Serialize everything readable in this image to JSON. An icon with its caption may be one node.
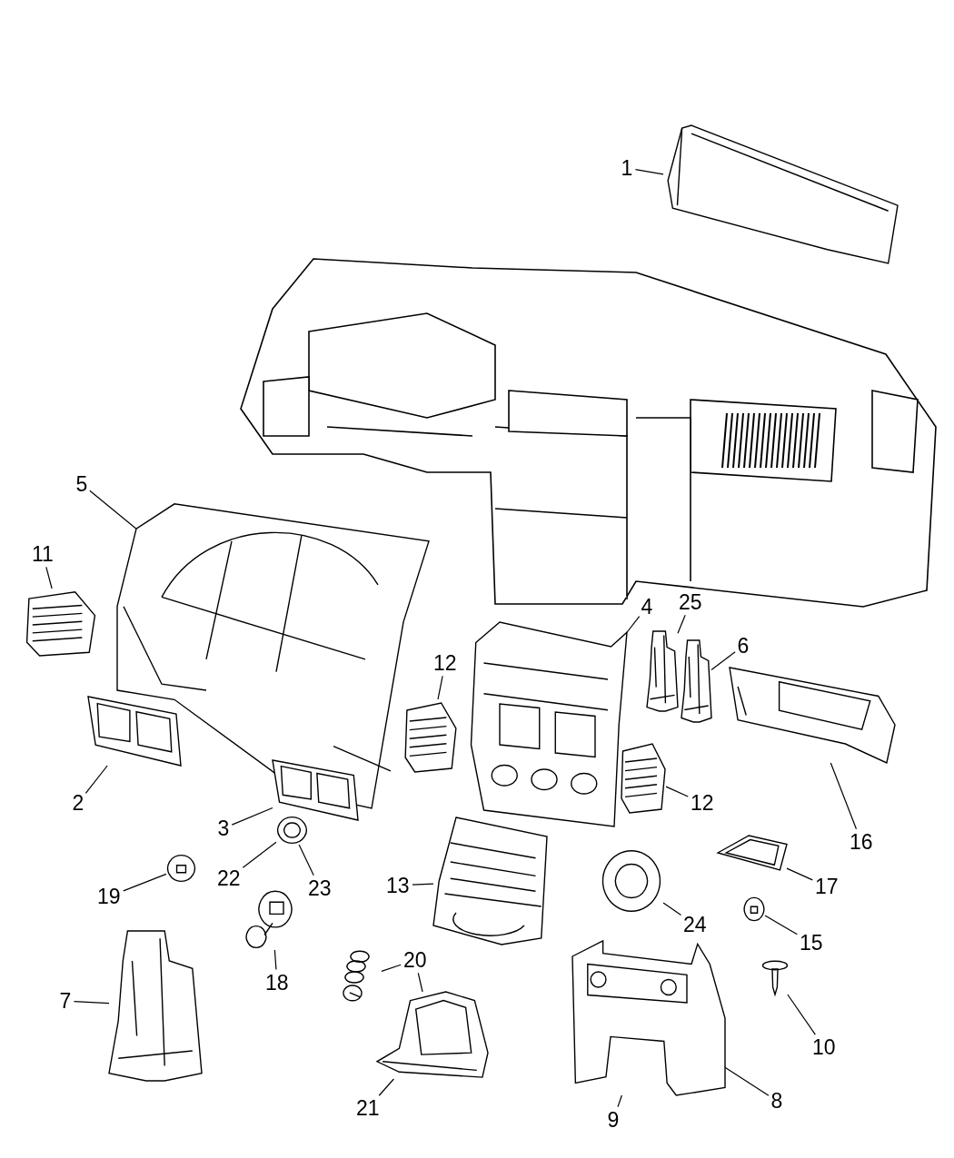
{
  "diagram": {
    "nodes": [
      {
        "text": [
          "1"
        ]
      },
      {
        "text": [],
        "shape": "picture"
      },
      {
        "text": [
          "5"
        ]
      },
      {
        "text": [],
        "shape": "picture"
      },
      {
        "text": [
          "11"
        ]
      },
      {
        "text": [],
        "shape": "picture"
      },
      {
        "text": [
          "25"
        ]
      },
      {
        "text": [],
        "shape": "picture"
      },
      {
        "text": [
          "4"
        ]
      },
      {
        "text": [],
        "shape": "picture"
      },
      {
        "text": [
          "6"
        ]
      },
      {
        "text": [],
        "shape": "picture"
      },
      {
        "text": [
          "12"
        ]
      },
      {
        "text": [],
        "shape": "picture"
      },
      {
        "text": [
          "2"
        ]
      },
      {
        "text": [],
        "shape": "picture"
      },
      {
        "text": [
          "16"
        ]
      },
      {
        "text": [],
        "shape": "picture"
      },
      {
        "text": [
          "3"
        ]
      },
      {
        "text": [],
        "shape": "picture"
      },
      {
        "text": [
          "12"
        ]
      },
      {
        "text": [],
        "shape": "picture"
      },
      {
        "text": [
          "22"
        ]
      },
      {
        "text": [],
        "shape": "picture"
      },
      {
        "text": [
          "23"
        ]
      },
      {
        "text": [
          "13"
        ]
      },
      {
        "text": [],
        "shape": "picture"
      },
      {
        "text": [
          "19"
        ]
      },
      {
        "text": [],
        "shape": "picture"
      },
      {
        "text": [
          "17"
        ]
      },
      {
        "text": [],
        "shape": "picture"
      },
      {
        "text": [
          "24"
        ]
      },
      {
        "text": [],
        "shape": "picture"
      },
      {
        "text": [
          "15"
        ]
      },
      {
        "text": [],
        "shape": "picture"
      },
      {
        "text": [
          "20"
        ]
      },
      {
        "text": [],
        "shape": "picture"
      },
      {
        "text": [
          "18"
        ]
      },
      {
        "text": [],
        "shape": "picture"
      },
      {
        "text": [
          "7"
        ]
      },
      {
        "text": [],
        "shape": "picture"
      },
      {
        "text": [
          "10"
        ]
      },
      {
        "text": [],
        "shape": "picture"
      },
      {
        "text": [
          "8"
        ]
      },
      {
        "text": [],
        "shape": "picture"
      },
      {
        "text": [
          "21"
        ]
      },
      {
        "text": [],
        "shape": "picture"
      },
      {
        "text": [
          "9"
        ]
      }
    ],
    "edges": [
      {
        "from": 0,
        "to": 1,
        "arrow": "none"
      },
      {
        "from": 2,
        "to": 3,
        "arrow": "none"
      },
      {
        "from": 4,
        "to": 5,
        "arrow": "none"
      },
      {
        "from": 6,
        "to": 7,
        "arrow": "none"
      },
      {
        "from": 8,
        "to": 9,
        "arrow": "none"
      },
      {
        "from": 10,
        "to": 11,
        "arrow": "none"
      },
      {
        "from": 12,
        "to": 13,
        "arrow": "none"
      },
      {
        "from": 14,
        "to": 15,
        "arrow": "none"
      },
      {
        "from": 16,
        "to": 17,
        "arrow": "none"
      },
      {
        "from": 18,
        "to": 19,
        "arrow": "none"
      },
      {
        "from": 20,
        "to": 21,
        "arrow": "none"
      },
      {
        "from": 22,
        "to": 23,
        "arrow": "none"
      },
      {
        "from": 24,
        "to": 23,
        "arrow": "none"
      },
      {
        "from": 25,
        "to": 26,
        "arrow": "none"
      },
      {
        "from": 27,
        "to": 28,
        "arrow": "none"
      },
      {
        "from": 29,
        "to": 30,
        "arrow": "none"
      },
      {
        "from": 31,
        "to": 32,
        "arrow": "none"
      },
      {
        "from": 33,
        "to": 34,
        "arrow": "none"
      },
      {
        "from": 35,
        "to": 36,
        "arrow": "none"
      },
      {
        "from": 35,
        "to": 46,
        "arrow": "none"
      },
      {
        "from": 37,
        "to": 38,
        "arrow": "none"
      },
      {
        "from": 39,
        "to": 40,
        "arrow": "none"
      },
      {
        "from": 41,
        "to": 42,
        "arrow": "none"
      },
      {
        "from": 43,
        "to": 44,
        "arrow": "none"
      },
      {
        "from": 45,
        "to": 46,
        "arrow": "none"
      },
      {
        "from": 47,
        "to": 44,
        "arrow": "none"
      }
    ]
  }
}
